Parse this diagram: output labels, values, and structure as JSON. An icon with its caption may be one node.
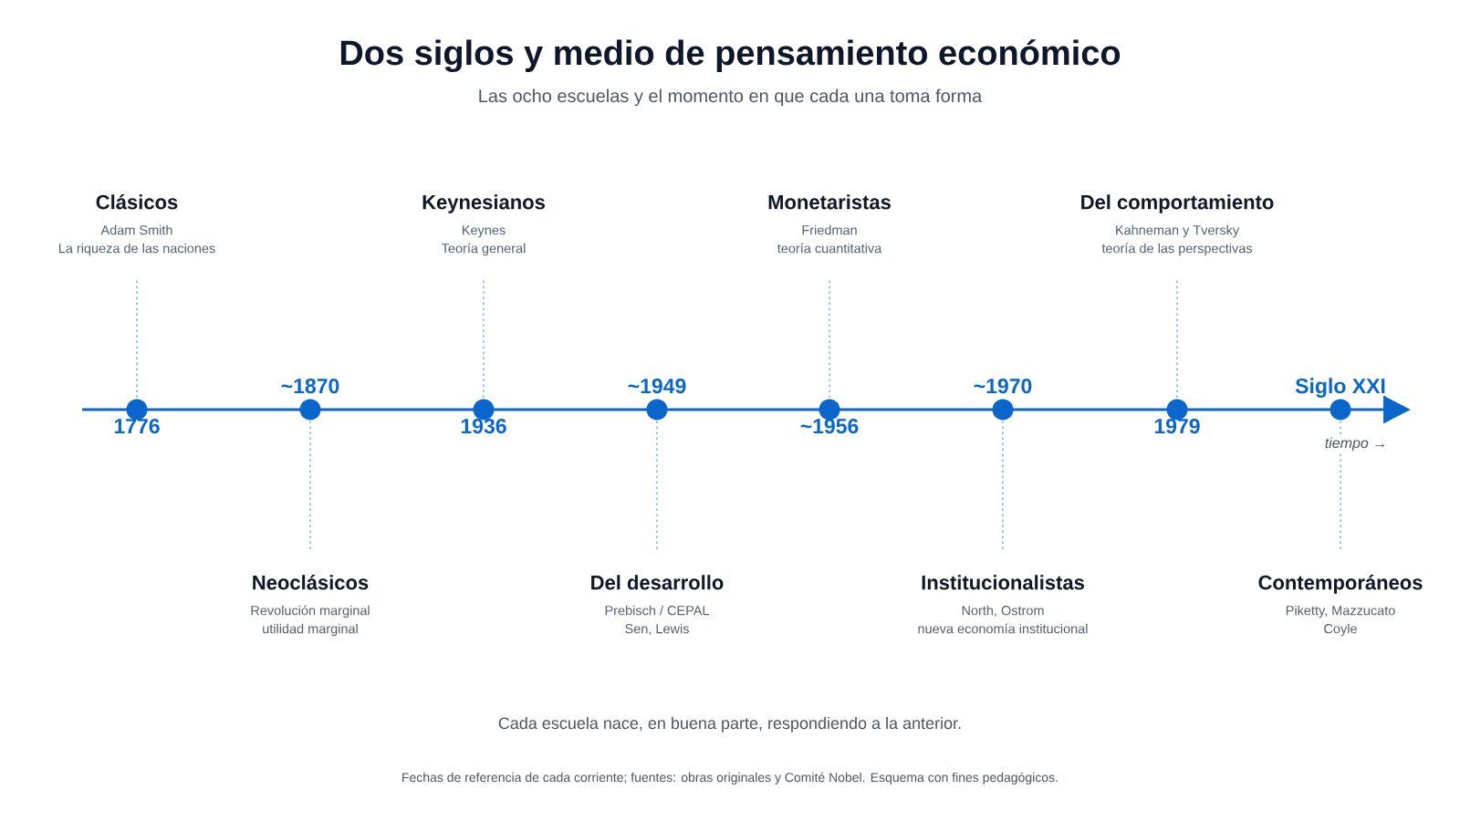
{
  "diagram": {
    "title": "Dos siglos y medio de pensamiento económico",
    "caption": "Fechas de referencia de cada corriente; fuentes: obras originales y Comité Nobel. Esquema con fines pedagógicos.",
    "nodes": [
      {
        "text": [
          "Clásicos",
          "Adam Smith",
          "La riqueza de las naciones"
        ]
      },
      {
        "text": [],
        "shape": "circle",
        "beside": [
          "1776"
        ]
      },
      {
        "text": [
          "Neoclásicos",
          "Revolución marginal",
          "utilidad marginal"
        ]
      },
      {
        "text": [],
        "shape": "circle",
        "beside": [
          "~1870"
        ]
      },
      {
        "text": [
          "Keynesianos",
          "Keynes",
          "Teoría general"
        ]
      },
      {
        "text": [],
        "shape": "circle",
        "beside": [
          "1936"
        ]
      },
      {
        "text": [
          "Del desarrollo",
          "Prebisch / CEPAL",
          "Sen, Lewis"
        ]
      },
      {
        "text": [],
        "shape": "circle",
        "beside": [
          "~1949"
        ]
      },
      {
        "text": [
          "Monetaristas",
          "Friedman",
          "teoría cuantitativa"
        ]
      },
      {
        "text": [],
        "shape": "circle",
        "beside": [
          "~1956"
        ]
      },
      {
        "text": [
          "Institucionalistas",
          "North, Ostrom",
          "nueva economía institucional"
        ]
      },
      {
        "text": [],
        "shape": "circle",
        "beside": [
          "~1970"
        ]
      },
      {
        "text": [
          "Del comportamiento",
          "Kahneman y Tversky",
          "teoría de las perspectivas"
        ]
      },
      {
        "text": [],
        "shape": "circle",
        "beside": [
          "1979"
        ]
      },
      {
        "text": [
          "Contemporáneos",
          "Piketty, Mazzucato",
          "Coyle"
        ]
      },
      {
        "text": [],
        "shape": "circle",
        "beside": [
          "Siglo XXI"
        ]
      }
    ],
    "edges": [
      {
        "from": 0,
        "to": 1,
        "arrow": "none"
      },
      {
        "from": 2,
        "to": 3,
        "arrow": "none"
      },
      {
        "from": 4,
        "to": 5,
        "arrow": "none"
      },
      {
        "from": 6,
        "to": 7,
        "arrow": "none"
      },
      {
        "from": 8,
        "to": 9,
        "arrow": "none"
      },
      {
        "from": 10,
        "to": 11,
        "arrow": "none"
      },
      {
        "from": 12,
        "to": 13,
        "arrow": "none"
      },
      {
        "from": 14,
        "to": 15,
        "arrow": "none"
      }
    ],
    "labels": [
      "Las ocho escuelas y el momento en que cada una toma forma",
      "tiempo →",
      "Cada escuela nace, en buena parte, respondiendo a la anterior."
    ]
  }
}
